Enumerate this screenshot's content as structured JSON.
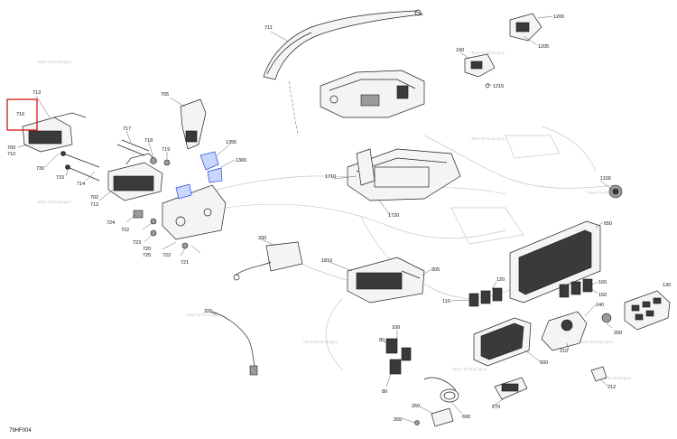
{
  "diagram_code": "79HF004",
  "watermark_text": "+Best Technologies",
  "highlight": {
    "label": "716",
    "color": "#d40000"
  },
  "accent_color": "#2a45d8",
  "labels": {
    "p1200": "1200",
    "p1205": "1205",
    "p190": "190",
    "p1215": "1215",
    "p711": "711",
    "p713": "713",
    "p716": "716",
    "p700": "700",
    "p710": "710",
    "p730": "730",
    "p715": "715",
    "p714": "714",
    "p705": "705",
    "p717": "717",
    "p718": "718",
    "p719": "719",
    "p702": "702",
    "p712": "712",
    "p1355": "1355",
    "p1365": "1365",
    "p1710": "1710",
    "p1720": "1720",
    "p1100": "1100",
    "p650": "650",
    "p724": "724",
    "p722a": "722",
    "p723": "723",
    "p720": "720",
    "p725": "725",
    "p722b": "722",
    "p721": "721",
    "p330": "330",
    "p1810": "1810",
    "p305": "305",
    "p120": "120",
    "p160": "160",
    "p150": "150",
    "p130": "130",
    "p110": "110",
    "p140": "140",
    "p200": "200",
    "p320": "320",
    "p100": "100",
    "p80a": "80",
    "p80b": "80",
    "p210": "210",
    "p600": "600",
    "p260": "260",
    "p690": "690",
    "p270": "270",
    "p265": "265",
    "p212": "212"
  }
}
